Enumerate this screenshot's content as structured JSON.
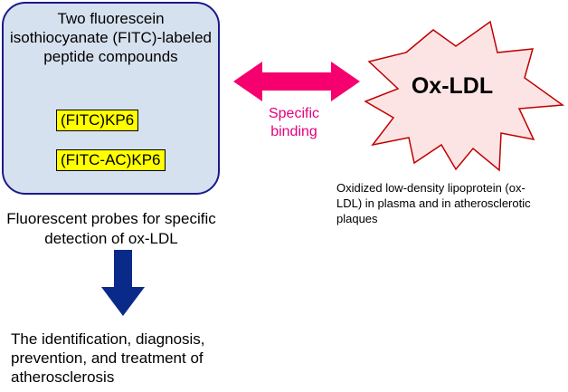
{
  "probe_panel": {
    "title": "Two fluorescein\nisothiocyanate (FITC)-labeled\npeptide compounds",
    "compounds": [
      "(FITC)KP6",
      "(FITC-AC)KP6"
    ]
  },
  "probes_label": "Fluorescent probes for specific\ndetection of ox-LDL",
  "outcome_label": "The identification, diagnosis,\nprevention, and treatment of\natherosclerosis",
  "binding_label": "Specific\nbinding",
  "target": {
    "name": "Ox-LDL",
    "description": "Oxidized low-density lipoprotein (ox-\nLDL) in plasma and in atherosclerotic\nplaques"
  },
  "colors": {
    "panel_fill": "#d6e1ef",
    "panel_border": "#1a1a8c",
    "compound_highlight": "#ffff00",
    "binding_arrow": "#f5006e",
    "down_arrow": "#0a2a8a",
    "burst_fill": "#fde4e4",
    "burst_stroke": "#c00000"
  }
}
